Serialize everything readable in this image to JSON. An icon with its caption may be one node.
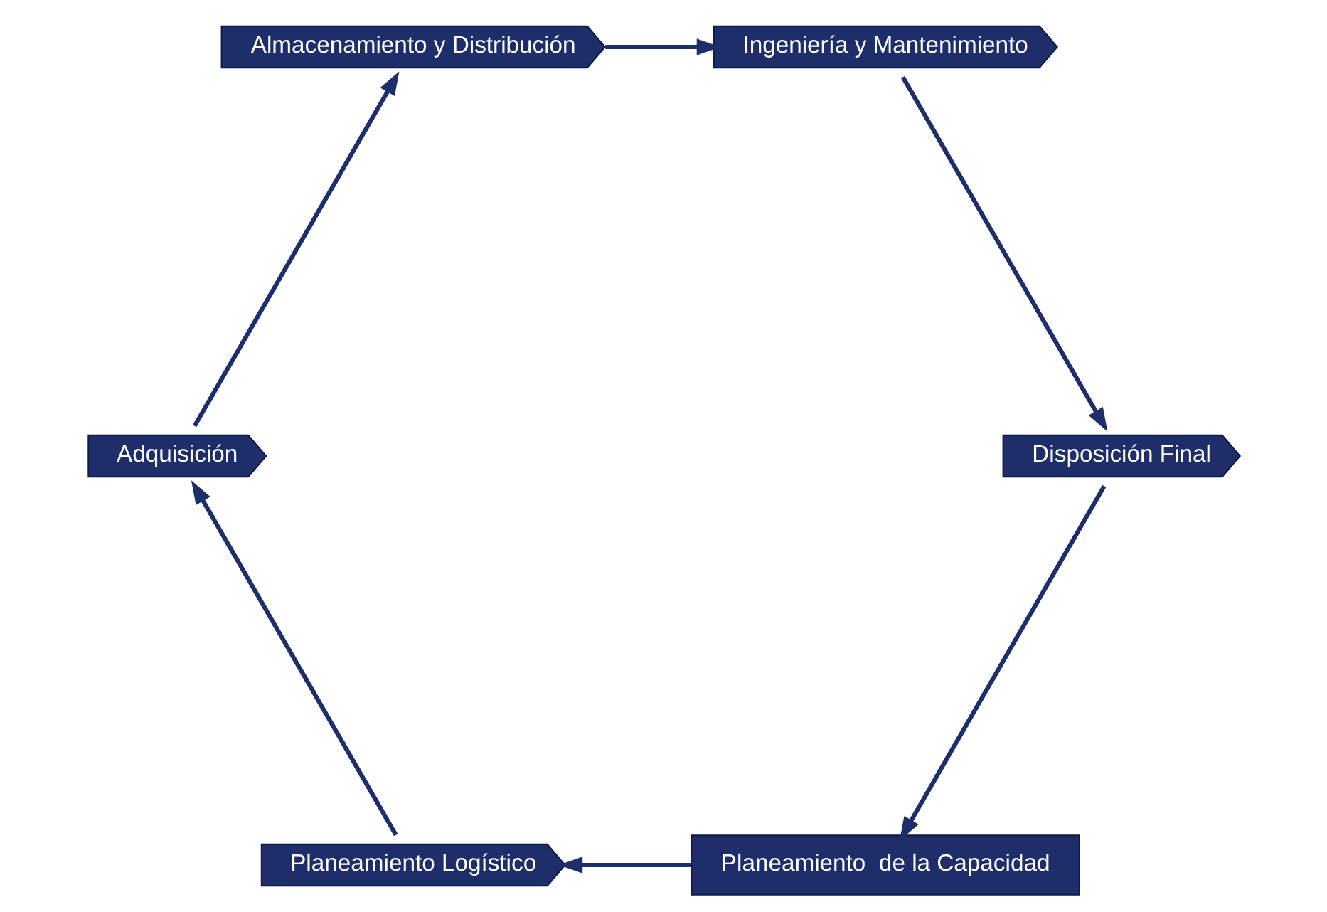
{
  "diagram": {
    "nodes": [
      {
        "text": [
          "Planeamiento  de la Capacidad"
        ]
      },
      {
        "text": [
          "Planeamiento Logístico"
        ]
      },
      {
        "text": [
          "Adquisición"
        ]
      },
      {
        "text": [
          "Almacenamiento y Distribución"
        ]
      },
      {
        "text": [
          "Ingeniería y Mantenimiento"
        ]
      },
      {
        "text": [
          "Disposición Final"
        ]
      }
    ],
    "edges": [
      {
        "from": 0,
        "to": 1,
        "arrow": "to"
      },
      {
        "from": 1,
        "to": 2,
        "arrow": "to"
      },
      {
        "from": 2,
        "to": 3,
        "arrow": "to"
      },
      {
        "from": 3,
        "to": 4,
        "arrow": "to"
      },
      {
        "from": 4,
        "to": 5,
        "arrow": "to"
      },
      {
        "from": 5,
        "to": 0,
        "arrow": "to"
      }
    ]
  }
}
